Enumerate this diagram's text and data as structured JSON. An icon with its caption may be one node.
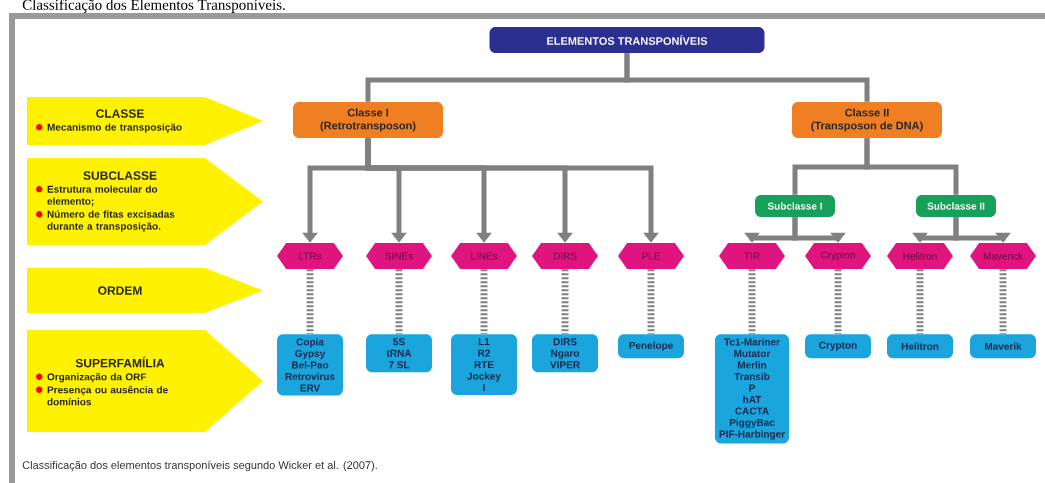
{
  "diagram": {
    "title": "Classificação dos Elementos Transponíveis.",
    "caption": "Classificação dos elementos transponíveis segundo Wicker et al. (2007).",
    "nodes": [
      {
        "text": [
          "ELEMENTOS  TRANSPONÍVEIS"
        ]
      },
      {
        "text": [
          "Classe I",
          "(Retrotransposon)"
        ]
      },
      {
        "text": [
          "Classe II",
          "(Transposon de DNA)"
        ]
      },
      {
        "text": [
          "Subclasse I"
        ]
      },
      {
        "text": [
          "Subclasse II"
        ]
      },
      {
        "text": [
          "LTRs"
        ]
      },
      {
        "text": [
          "SINEs"
        ]
      },
      {
        "text": [
          "LINEs"
        ]
      },
      {
        "text": [
          "DIRS"
        ]
      },
      {
        "text": [
          "PLE"
        ]
      },
      {
        "text": [
          "TIR"
        ]
      },
      {
        "text": [
          "Crypton"
        ]
      },
      {
        "text": [
          "Helitron"
        ]
      },
      {
        "text": [
          "Maverick"
        ]
      },
      {
        "text": [
          "Copia",
          "Gypsy",
          "Bel-Pao",
          "Retrovirus",
          "ERV"
        ]
      },
      {
        "text": [
          "5S",
          "tRNA",
          "7 SL"
        ]
      },
      {
        "text": [
          "L1",
          "R2",
          "RTE",
          "Jockey",
          "I"
        ]
      },
      {
        "text": [
          "DIRS",
          "Ngaro",
          "VIPER"
        ]
      },
      {
        "text": [
          "Penelope"
        ]
      },
      {
        "text": [
          "Tc1-Mariner",
          "Mutator",
          "Merlin",
          "Transib",
          "P",
          "hAT",
          "CACTA",
          "PiggyBac",
          "PIF-Harbinger"
        ]
      },
      {
        "text": [
          "Crypton"
        ]
      },
      {
        "text": [
          "Helitron"
        ]
      },
      {
        "text": [
          "Maverik"
        ]
      },
      {
        "text": [
          "CLASSE",
          "Mecanismo de transposição"
        ]
      },
      {
        "text": [
          "SUBCLASSE",
          "Estrutura molecular do elemento;",
          "Número de fitas excisadas durante  a transposição."
        ]
      },
      {
        "text": [
          "ORDEM"
        ]
      },
      {
        "text": [
          "SUPERFAMÍLIA",
          "Organização da ORF",
          "Presença ou ausência de domínios"
        ]
      }
    ],
    "edges": [
      {
        "from": 0,
        "to": 1,
        "arrow": "none"
      },
      {
        "from": 0,
        "to": 2,
        "arrow": "none"
      },
      {
        "from": 1,
        "to": 5,
        "arrow": "to"
      },
      {
        "from": 1,
        "to": 6,
        "arrow": "to"
      },
      {
        "from": 1,
        "to": 7,
        "arrow": "to"
      },
      {
        "from": 1,
        "to": 8,
        "arrow": "to"
      },
      {
        "from": 1,
        "to": 9,
        "arrow": "to"
      },
      {
        "from": 2,
        "to": 3,
        "arrow": "none"
      },
      {
        "from": 2,
        "to": 4,
        "arrow": "none"
      },
      {
        "from": 3,
        "to": 10,
        "arrow": "to"
      },
      {
        "from": 3,
        "to": 11,
        "arrow": "to"
      },
      {
        "from": 4,
        "to": 12,
        "arrow": "to"
      },
      {
        "from": 4,
        "to": 13,
        "arrow": "to"
      },
      {
        "from": 5,
        "to": 14,
        "arrow": "none",
        "style": "dashed"
      },
      {
        "from": 6,
        "to": 15,
        "arrow": "none",
        "style": "dashed"
      },
      {
        "from": 7,
        "to": 16,
        "arrow": "none",
        "style": "dashed"
      },
      {
        "from": 8,
        "to": 17,
        "arrow": "none",
        "style": "dashed"
      },
      {
        "from": 9,
        "to": 18,
        "arrow": "none",
        "style": "dashed"
      },
      {
        "from": 10,
        "to": 19,
        "arrow": "none",
        "style": "dashed"
      },
      {
        "from": 11,
        "to": 20,
        "arrow": "none",
        "style": "dashed"
      },
      {
        "from": 12,
        "to": 21,
        "arrow": "none",
        "style": "dashed"
      },
      {
        "from": 13,
        "to": 22,
        "arrow": "none",
        "style": "dashed"
      }
    ]
  }
}
